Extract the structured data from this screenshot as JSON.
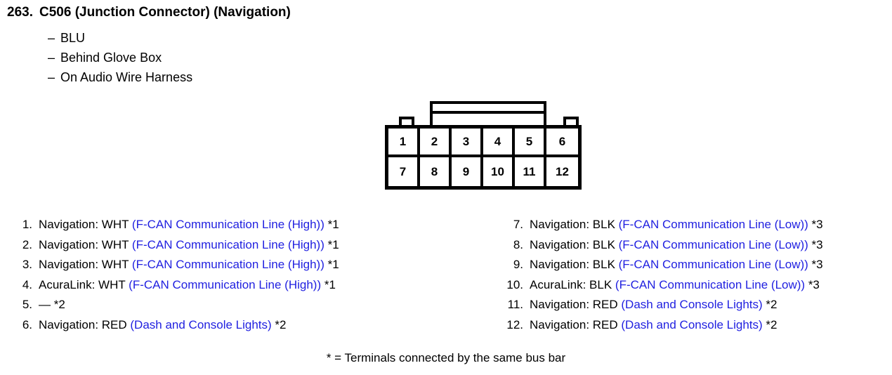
{
  "header": {
    "number": "263.",
    "title": "C506 (Junction Connector) (Navigation)",
    "dash": "–",
    "meta": [
      "BLU",
      "Behind Glove Box",
      "On Audio Wire Harness"
    ]
  },
  "connector": {
    "rows": [
      [
        "1",
        "2",
        "3",
        "4",
        "5",
        "6"
      ],
      [
        "7",
        "8",
        "9",
        "10",
        "11",
        "12"
      ]
    ]
  },
  "pins_left": [
    {
      "num": "1.",
      "pre": "Navigation: WHT ",
      "blue": "(F-CAN Communication Line (High))",
      "post": " *1"
    },
    {
      "num": "2.",
      "pre": "Navigation: WHT ",
      "blue": "(F-CAN Communication Line (High))",
      "post": " *1"
    },
    {
      "num": "3.",
      "pre": "Navigation: WHT ",
      "blue": "(F-CAN Communication Line (High))",
      "post": " *1"
    },
    {
      "num": "4.",
      "pre": "AcuraLink: WHT ",
      "blue": "(F-CAN Communication Line (High))",
      "post": " *1"
    },
    {
      "num": "5.",
      "pre": "— *2",
      "blue": "",
      "post": ""
    },
    {
      "num": "6.",
      "pre": "Navigation: RED ",
      "blue": "(Dash and Console Lights)",
      "post": " *2"
    }
  ],
  "pins_right": [
    {
      "num": "7.",
      "pre": "Navigation: BLK ",
      "blue": "(F-CAN Communication Line (Low))",
      "post": " *3"
    },
    {
      "num": "8.",
      "pre": "Navigation: BLK ",
      "blue": "(F-CAN Communication Line (Low))",
      "post": " *3"
    },
    {
      "num": "9.",
      "pre": "Navigation: BLK ",
      "blue": "(F-CAN Communication Line (Low))",
      "post": " *3"
    },
    {
      "num": "10.",
      "pre": "AcuraLink: BLK ",
      "blue": "(F-CAN Communication Line (Low))",
      "post": " *3"
    },
    {
      "num": "11.",
      "pre": "Navigation: RED ",
      "blue": "(Dash and Console Lights)",
      "post": " *2"
    },
    {
      "num": "12.",
      "pre": "Navigation: RED ",
      "blue": "(Dash and Console Lights)",
      "post": " *2"
    }
  ],
  "footnote": "* = Terminals connected by the same bus bar",
  "colors": {
    "blue": "#1f1fe0",
    "black": "#000000",
    "background": "#ffffff"
  }
}
